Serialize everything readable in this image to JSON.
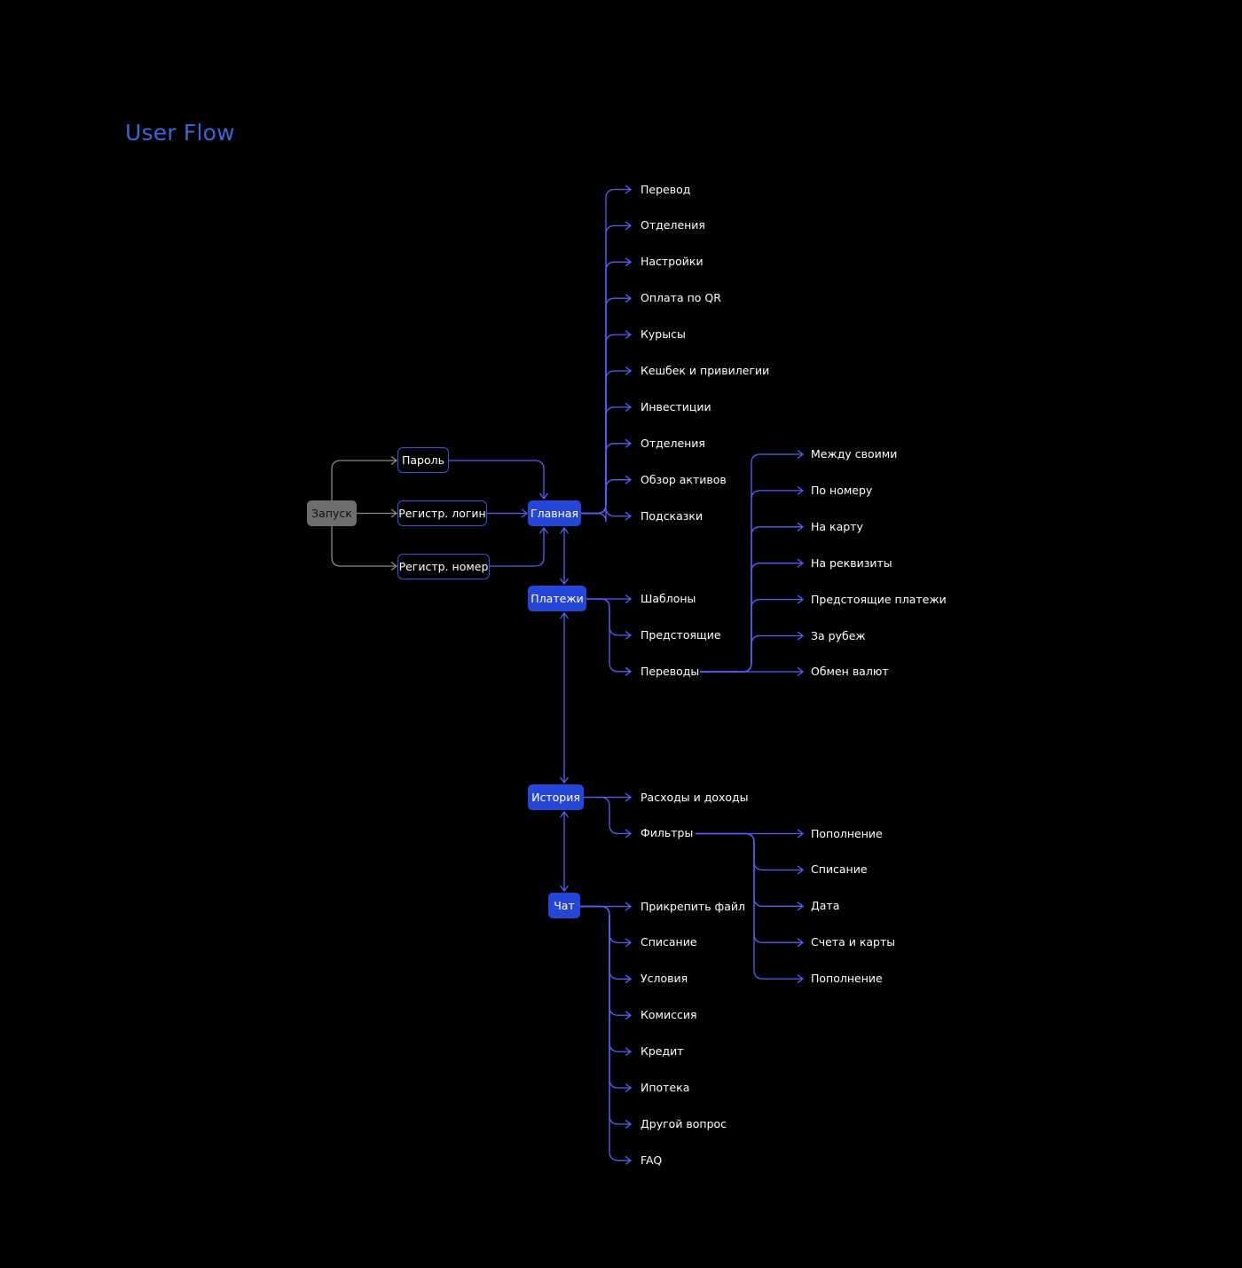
{
  "title": "User Flow",
  "colors": {
    "background": "#000000",
    "title": "#3b66d8",
    "line": "#5a5cf5",
    "gray_line": "#8a8a8a",
    "node_fill": "#2546d6",
    "node_border": "#3d4ee8",
    "start_node": "#6e6e6e"
  },
  "nodes": {
    "start": "Запуск",
    "password": "Пароль",
    "reg_login": "Регистр. логин",
    "reg_number": "Регистр. номер",
    "main": "Главная",
    "payments": "Платежи",
    "history": "История",
    "chat": "Чат"
  },
  "main_items": [
    "Перевод",
    "Отделения",
    "Настройки",
    "Оплата по QR",
    "Курысы",
    "Кешбек и привилегии",
    "Инвестиции",
    "Отделения",
    "Обзор активов",
    "Подсказки"
  ],
  "payments_items": [
    "Шаблоны",
    "Предстоящие",
    "Переводы"
  ],
  "transfers_items": [
    "Между своими",
    "По номеру",
    "На карту",
    "На реквизиты",
    "Предстоящие платежи",
    "За рубеж",
    "Обмен валют"
  ],
  "history_items": [
    "Расходы и доходы",
    "Фильтры"
  ],
  "filters_items": [
    "Пополнение",
    "Списание",
    "Дата",
    "Счета и карты",
    "Пополнение"
  ],
  "chat_items": [
    "Прикрепить файл",
    "Списание",
    "Условия",
    "Комиссия",
    "Кредит",
    "Ипотека",
    "Другой вопрос",
    "FAQ"
  ]
}
